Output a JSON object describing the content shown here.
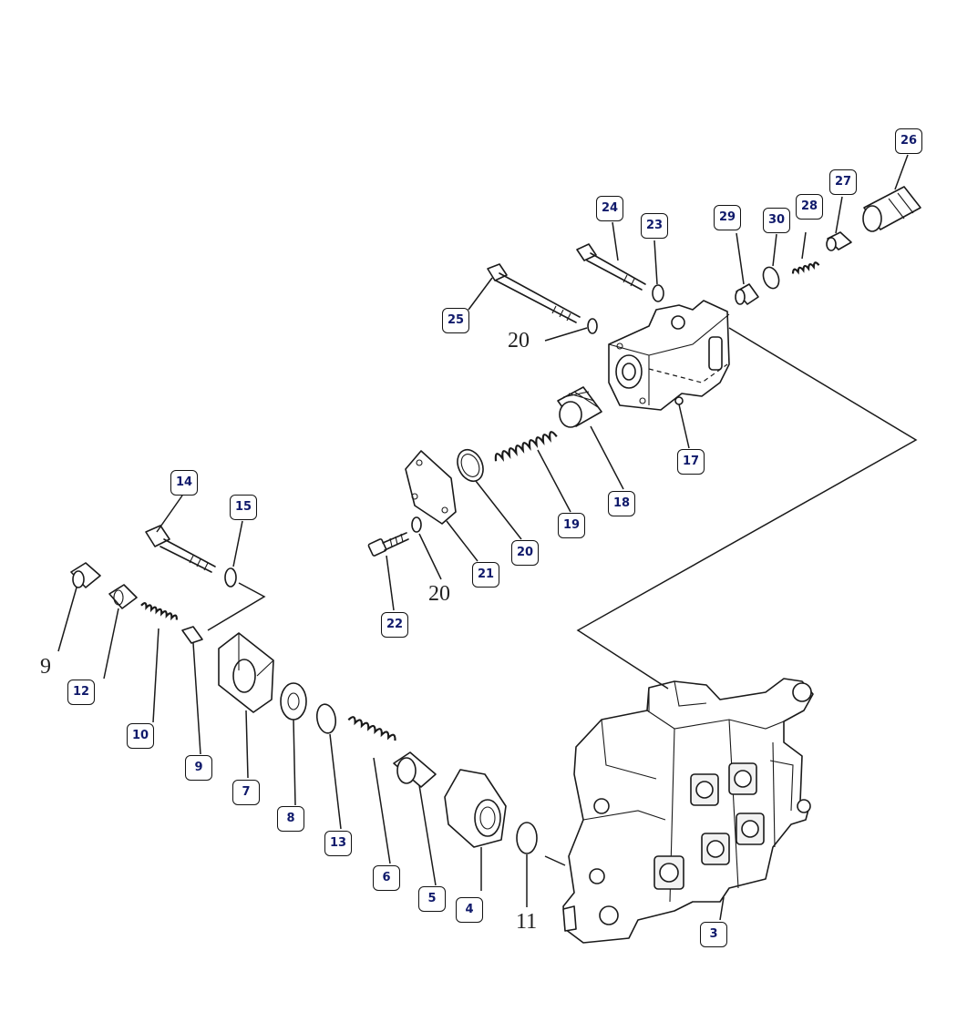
{
  "callouts": {
    "c3": "3",
    "c4": "4",
    "c5": "5",
    "c6": "6",
    "c7": "7",
    "c8": "8",
    "c9": "9",
    "c10": "10",
    "c12": "12",
    "c13": "13",
    "c14": "14",
    "c15": "15",
    "c17": "17",
    "c18": "18",
    "c19": "19",
    "c20": "20",
    "c21": "21",
    "c22": "22",
    "c23": "23",
    "c24": "24",
    "c25": "25",
    "c26": "26",
    "c27": "27",
    "c28": "28",
    "c29": "29",
    "c30": "30"
  },
  "plain_labels": {
    "p9": "9",
    "p11": "11",
    "p20a": "20",
    "p20b": "20"
  }
}
